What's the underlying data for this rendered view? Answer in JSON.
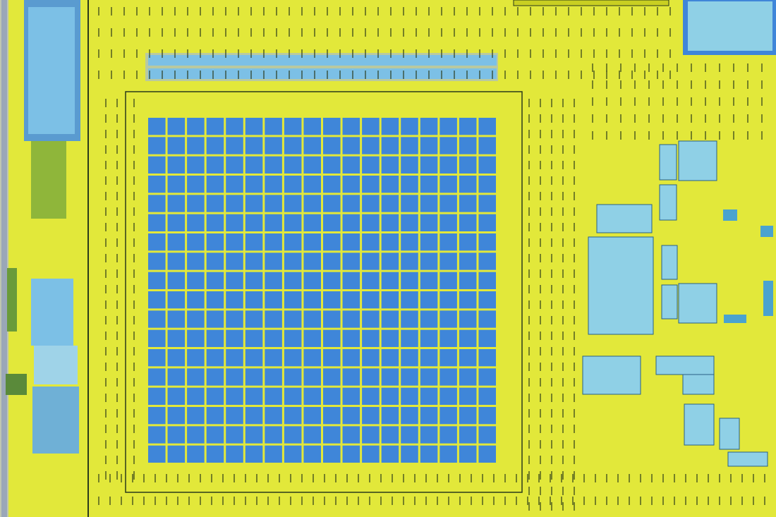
{
  "image": {
    "subject": "die-micrograph",
    "grid": {
      "rows": 18,
      "cols": 18
    }
  },
  "colors": {
    "substrate": "#e2e83a",
    "substrate_dark": "#c9cf22",
    "trace": "#2b3a1a",
    "pad": "#3f86d9",
    "pad_gap": "#d6dc2c",
    "cell_light": "#8fd0e6",
    "cell_mid": "#4aa3cf",
    "cell_line": "#2a5f86",
    "bus": "#5a8fb8"
  }
}
